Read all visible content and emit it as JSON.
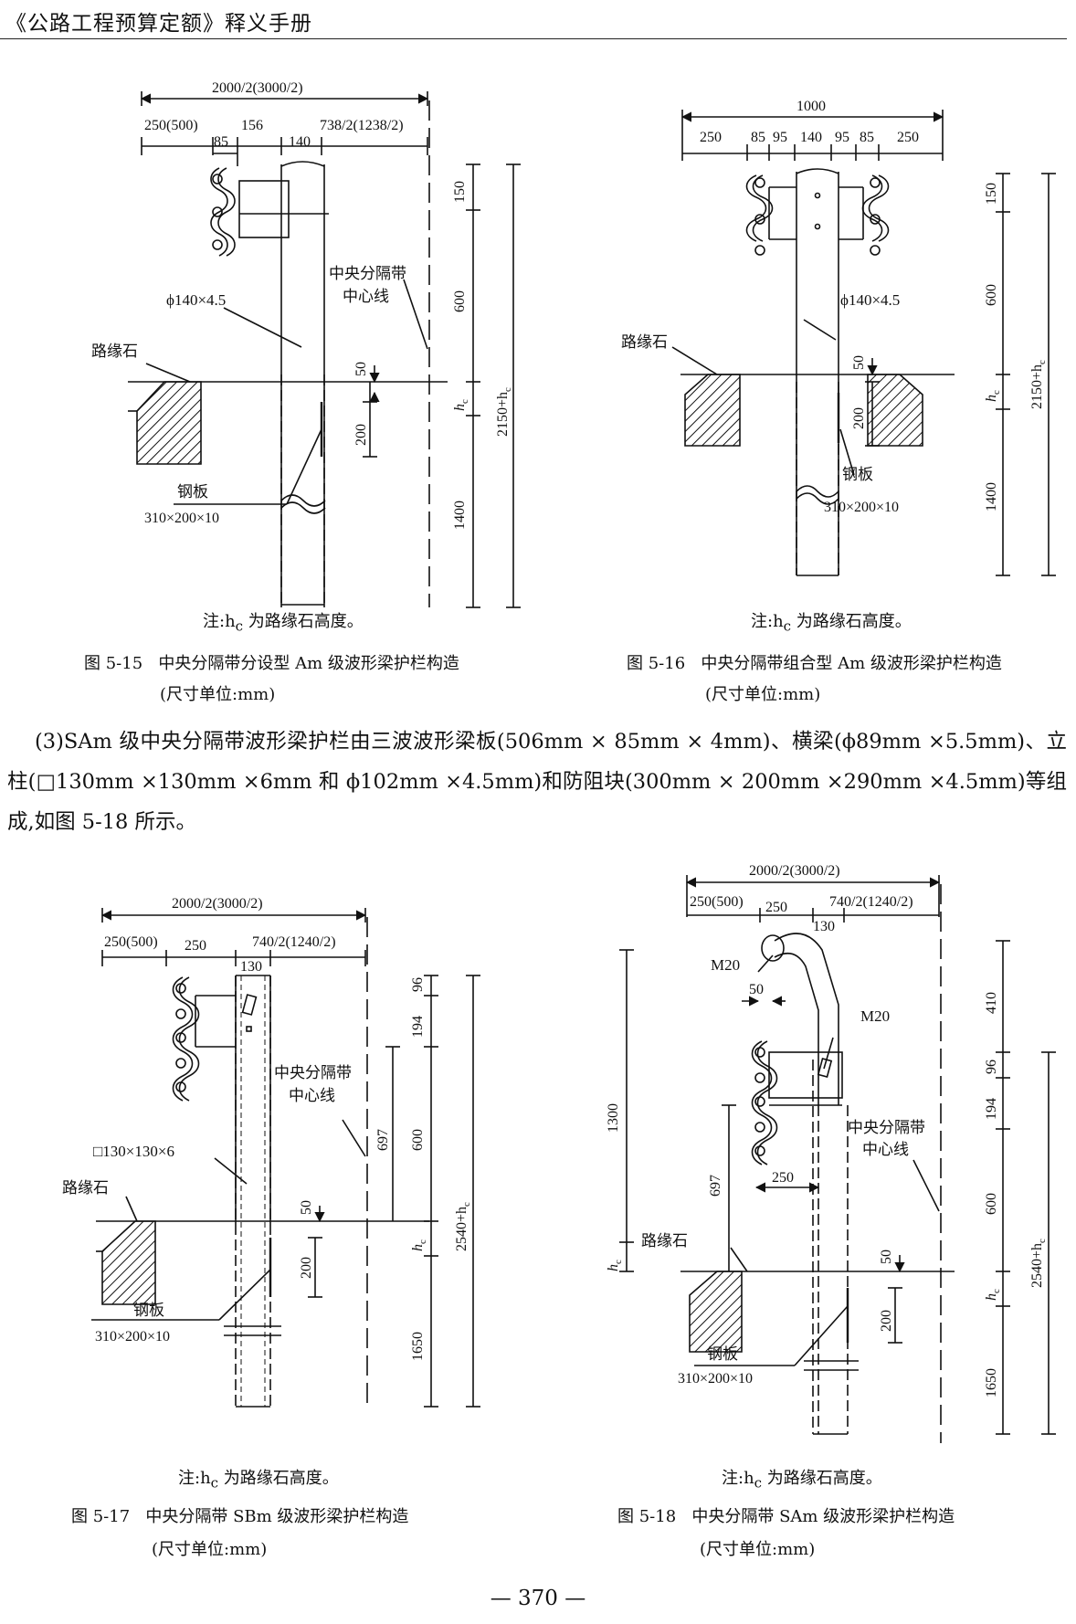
{
  "header": {
    "title": "《公路工程预算定额》释义手册"
  },
  "paragraph": "(3)SAm 级中央分隔带波形梁护栏由三波波形梁板(506mm × 85mm × 4mm)、横梁(ϕ89mm ×5.5mm)、立柱(□130mm ×130mm ×6mm 和 ϕ102mm ×4.5mm)和防阻块(300mm × 200mm ×290mm ×4.5mm)等组成,如图 5-18 所示。",
  "page_number": "— 370 —",
  "figures": [
    {
      "id": "fig-5-15",
      "number": "图 5-15",
      "caption": "中央分隔带分设型 Am 级波形梁护栏构造",
      "unit": "(尺寸单位:mm)",
      "note": "注:h",
      "note_sub": "c",
      "note_rest": " 为路缘石高度。",
      "labels": {
        "total_width": "2000/2(3000/2)",
        "w1": "250(500)",
        "w2": "156",
        "w3": "738/2(1238/2)",
        "w4": "85",
        "w5": "140",
        "centerline": "中央分隔带",
        "centerline2": "中心线",
        "post": "ϕ140×4.5",
        "curb": "路缘石",
        "plate": "钢板",
        "plate_size": "310×200×10",
        "h1": "150",
        "h2": "600",
        "h3": "50",
        "h4": "200",
        "h5": "1400",
        "hc": "h",
        "hc_sub": "c",
        "total_h": "2150+h",
        "total_h_sub": "c"
      }
    },
    {
      "id": "fig-5-16",
      "number": "图 5-16",
      "caption": "中央分隔带组合型 Am 级波形梁护栏构造",
      "unit": "(尺寸单位:mm)",
      "note": "注:h",
      "note_sub": "c",
      "note_rest": " 为路缘石高度。",
      "labels": {
        "total_width": "1000",
        "w_seq": [
          "250",
          "85",
          "95",
          "140",
          "95",
          "85",
          "250"
        ],
        "post": "ϕ140×4.5",
        "curb": "路缘石",
        "plate": "钢板",
        "plate_size": "310×200×10",
        "h1": "150",
        "h2": "600",
        "h3": "50",
        "h4": "200",
        "h5": "1400",
        "hc": "h",
        "hc_sub": "c",
        "total_h": "2150+h",
        "total_h_sub": "c"
      }
    },
    {
      "id": "fig-5-17",
      "number": "图 5-17",
      "caption": "中央分隔带 SBm 级波形梁护栏构造",
      "unit": "(尺寸单位:mm)",
      "note": "注:h",
      "note_sub": "c",
      "note_rest": " 为路缘石高度。",
      "labels": {
        "total_width": "2000/2(3000/2)",
        "w1": "250(500)",
        "w2": "250",
        "w3": "740/2(1240/2)",
        "w4": "130",
        "centerline": "中央分隔带",
        "centerline2": "中心线",
        "post": "□130×130×6",
        "curb": "路缘石",
        "plate": "钢板",
        "plate_size": "310×200×10",
        "h1": "96",
        "h2": "194",
        "h3": "600",
        "h4": "697",
        "h5": "50",
        "h6": "200",
        "h7": "1650",
        "hc": "h",
        "hc_sub": "c",
        "total_h": "2540+h",
        "total_h_sub": "c"
      }
    },
    {
      "id": "fig-5-18",
      "number": "图 5-18",
      "caption": "中央分隔带 SAm 级波形梁护栏构造",
      "unit": "(尺寸单位:mm)",
      "note": "注:h",
      "note_sub": "c",
      "note_rest": " 为路缘石高度。",
      "labels": {
        "total_width": "2000/2(3000/2)",
        "w1": "250(500)",
        "w2": "250",
        "w3": "740/2(1240/2)",
        "w4": "130",
        "bolt1": "M20",
        "bolt2": "M20",
        "d50": "50",
        "d250": "250",
        "centerline": "中央分隔带",
        "centerline2": "中心线",
        "curb": "路缘石",
        "plate": "钢板",
        "plate_size": "310×200×10",
        "h1300": "1300",
        "h697": "697",
        "h410": "410",
        "h96": "96",
        "h194": "194",
        "h600": "600",
        "h50": "50",
        "h200": "200",
        "h1650": "1650",
        "hc": "h",
        "hc_sub": "c",
        "total_h": "2540+h",
        "total_h_sub": "c"
      }
    }
  ]
}
